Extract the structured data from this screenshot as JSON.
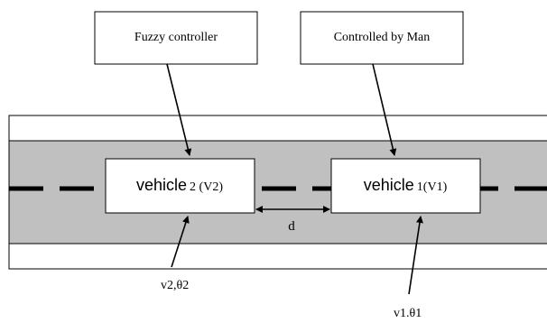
{
  "controllers": {
    "left": "Fuzzy controller",
    "right": "Controlled by Man"
  },
  "vehicles": {
    "v2_name": "vehicle",
    "v2_sub": "2 (V2)",
    "v1_name": "vehicle",
    "v1_sub": "1(V1)"
  },
  "distance_label": "d",
  "inputs": {
    "v2": "v2,θ2",
    "v1": "v1.θ1"
  },
  "colors": {
    "road": "#c0c0c0",
    "stroke": "#000000",
    "box": "#ffffff"
  }
}
